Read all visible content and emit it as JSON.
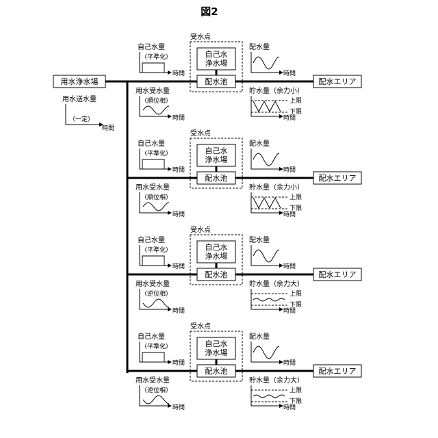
{
  "figure_title": "図2",
  "source": {
    "label": "用水浄水場"
  },
  "supply_note": {
    "title": "用水送水量",
    "mode": "（一定）",
    "axis": "時間"
  },
  "stations": [
    {
      "group_label": "受水点",
      "own_plant": "自己水\n浄水場",
      "reservoir": "配水池",
      "area": "配水エリア",
      "own_supply": {
        "title": "自己水量",
        "mode": "（平準化）",
        "axis": "時間"
      },
      "received": {
        "title": "用水受水量",
        "mode": "（順位相）",
        "phase": "in",
        "axis": "時間"
      },
      "distribution": {
        "title": "配水量",
        "axis": "時間"
      },
      "storage": {
        "title": "貯水量（余力小）",
        "upper": "上限",
        "lower": "下限",
        "axis": "時間",
        "margin": "small"
      }
    },
    {
      "group_label": "受水点",
      "own_plant": "自己水\n浄水場",
      "reservoir": "配水池",
      "area": "配水エリア",
      "own_supply": {
        "title": "自己水量",
        "mode": "（平準化）",
        "axis": "時間"
      },
      "received": {
        "title": "用水受水量",
        "mode": "（順位相）",
        "phase": "in",
        "axis": "時間"
      },
      "distribution": {
        "title": "配水量",
        "axis": "時間"
      },
      "storage": {
        "title": "貯水量（余力小）",
        "upper": "上限",
        "lower": "下限",
        "axis": "時間",
        "margin": "small"
      }
    },
    {
      "group_label": "受水点",
      "own_plant": "自己水\n浄水場",
      "reservoir": "配水池",
      "area": "配水エリア",
      "own_supply": {
        "title": "自己水量",
        "mode": "（平準化）",
        "axis": "時間"
      },
      "received": {
        "title": "用水受水量",
        "mode": "（逆位相）",
        "phase": "anti",
        "axis": "時間"
      },
      "distribution": {
        "title": "配水量",
        "axis": "時間"
      },
      "storage": {
        "title": "貯水量（余力大）",
        "upper": "上限",
        "lower": "下限",
        "axis": "時間",
        "margin": "large"
      }
    },
    {
      "group_label": "受水点",
      "own_plant": "自己水\n浄水場",
      "reservoir": "配水池",
      "area": "配水エリア",
      "own_supply": {
        "title": "自己水量",
        "mode": "（平準化）",
        "axis": "時間"
      },
      "received": {
        "title": "用水受水量",
        "mode": "（逆位相）",
        "phase": "anti",
        "axis": "時間"
      },
      "distribution": {
        "title": "配水量",
        "axis": "時間"
      },
      "storage": {
        "title": "貯水量（余力大）",
        "upper": "上限",
        "lower": "下限",
        "axis": "時間",
        "margin": "large"
      }
    }
  ]
}
